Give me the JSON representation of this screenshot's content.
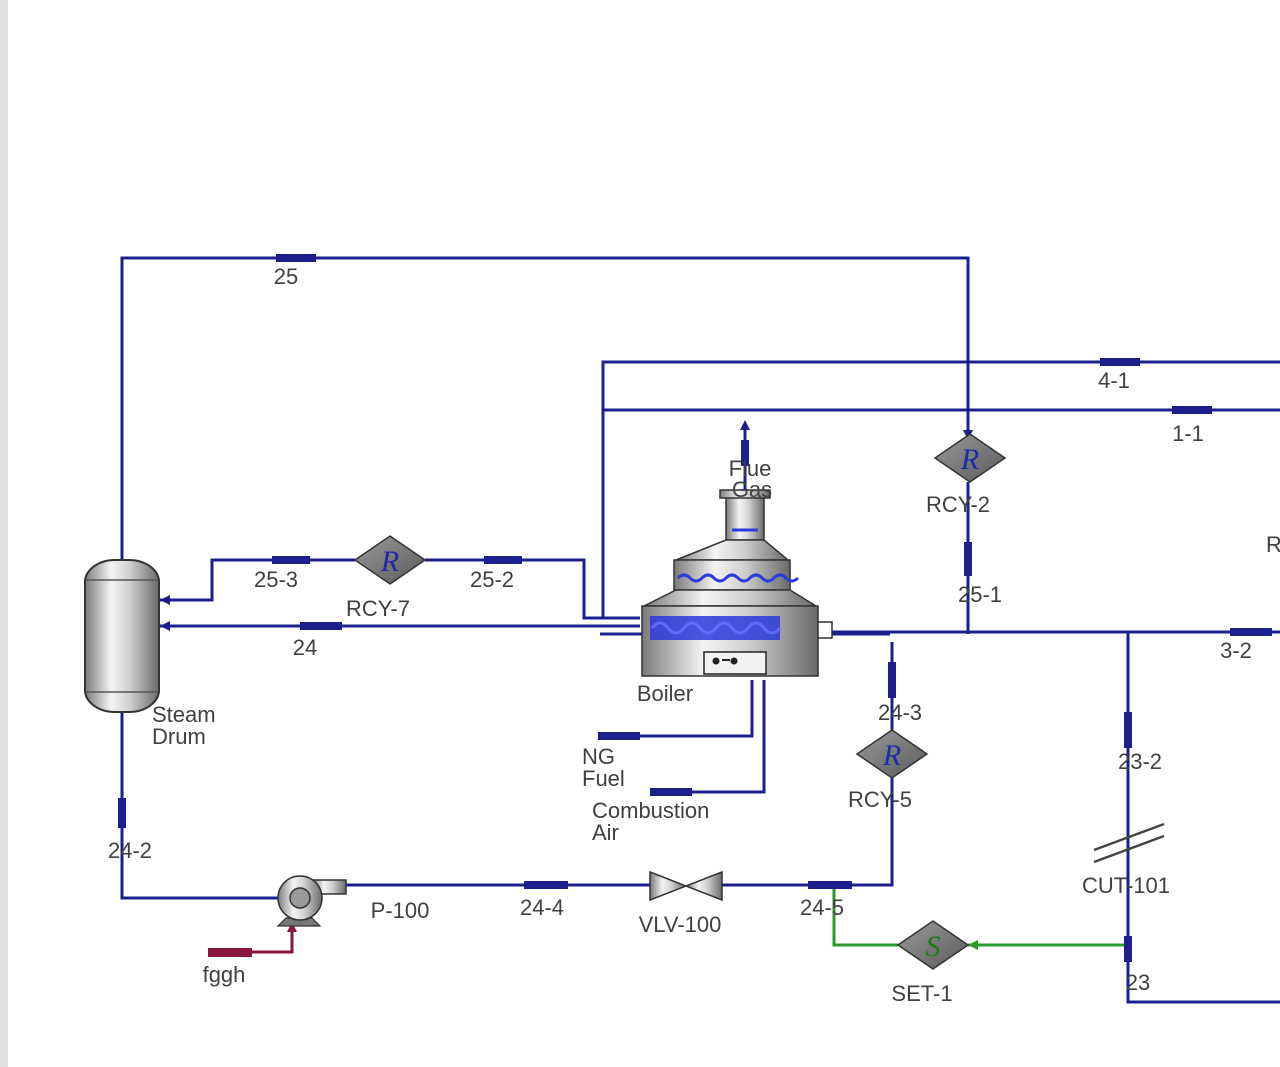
{
  "colors": {
    "material_stream": "#1c1f8c",
    "energy_stream": "#2a9a2a",
    "utility_stream": "#8a1640",
    "label_text": "#404040"
  },
  "icons": {
    "recycle": "diamond-R",
    "set": "diamond-S",
    "pump": "centrifugal-pump",
    "valve": "bowtie-valve",
    "vessel": "vertical-drum",
    "boiler": "fired-heater",
    "cutter": "double-slash"
  },
  "streams": {
    "s25": "25",
    "s4_1": "4-1",
    "s1_1": "1-1",
    "s25_3": "25-3",
    "s25_2": "25-2",
    "s25_1": "25-1",
    "s24": "24",
    "s3_2": "3-2",
    "s24_3": "24-3",
    "s23_2": "23-2",
    "s24_2": "24-2",
    "s24_4": "24-4",
    "s24_5": "24-5",
    "s23": "23",
    "ng_fuel_1": "NG",
    "ng_fuel_2": "Fuel",
    "comb_air_1": "Combustion",
    "comb_air_2": "Air",
    "flue_gas_1": "Flue",
    "flue_gas_2": "Gas",
    "fggh": "fggh"
  },
  "units": {
    "steam_drum_1": "Steam",
    "steam_drum_2": "Drum",
    "boiler": "Boiler",
    "rcy7": "RCY-7",
    "rcy2": "RCY-2",
    "rcy5": "RCY-5",
    "p100": "P-100",
    "vlv100": "VLV-100",
    "set1": "SET-1",
    "cut101": "CUT-101",
    "rcy_partial": "R"
  },
  "block_glyphs": {
    "recycle": "R",
    "set": "S"
  }
}
